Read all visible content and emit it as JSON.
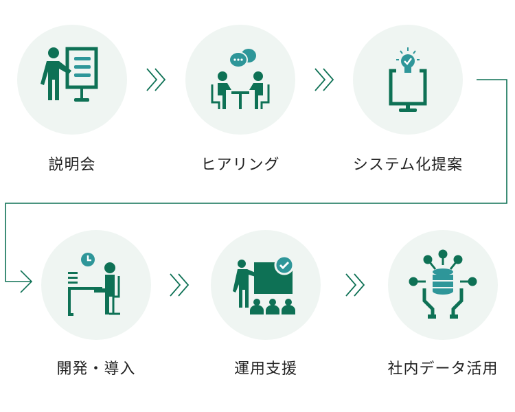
{
  "colors": {
    "primary": "#0e7155",
    "accent": "#2e9699",
    "circle_bg": "#eff5f2"
  },
  "steps": [
    {
      "label": "説明会",
      "icon": "presentation-board-icon"
    },
    {
      "label": "ヒアリング",
      "icon": "meeting-conversation-icon"
    },
    {
      "label": "システム化提案",
      "icon": "monitor-idea-icon"
    },
    {
      "label": "開発・導入",
      "icon": "developer-desk-icon"
    },
    {
      "label": "運用支援",
      "icon": "training-support-icon"
    },
    {
      "label": "社内データ活用",
      "icon": "data-hands-icon"
    }
  ]
}
